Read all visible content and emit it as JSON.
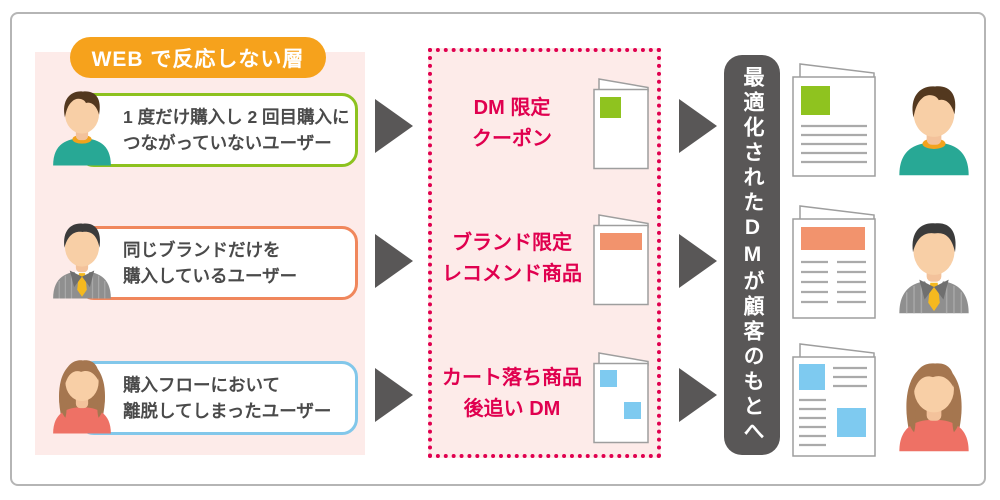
{
  "badge": {
    "label": "WEB で反応しない層"
  },
  "personas": [
    {
      "avatar": "man-casual-avatar",
      "lines": [
        "1 度だけ購入し 2 回目購入に",
        "つながっていないユーザー"
      ],
      "border_color": "#8dc21f"
    },
    {
      "avatar": "man-suit-avatar",
      "lines": [
        "同じブランドだけを",
        "購入しているユーザー"
      ],
      "border_color": "#f0875c"
    },
    {
      "avatar": "woman-avatar",
      "lines": [
        "購入フローにおいて",
        "離脱してしまったユーザー"
      ],
      "border_color": "#82c7ea"
    }
  ],
  "dm_box": {
    "text_color": "#e0004f",
    "items": [
      {
        "lines": [
          "DM 限定",
          "クーポン"
        ],
        "accent_color": "#8fc31f",
        "icon": "folded-dm-document"
      },
      {
        "lines": [
          "ブランド限定",
          "レコメンド商品"
        ],
        "accent_color": "#f2936d",
        "icon": "folded-dm-document"
      },
      {
        "lines": [
          "カート落ち商品",
          "後追い DM"
        ],
        "accent_color": "#7ecaf0",
        "icon": "folded-dm-document"
      }
    ]
  },
  "banner": {
    "text": "最適化されたDMが顧客のもとへ"
  },
  "recipients": [
    {
      "document": "dm-letter-green",
      "avatar": "man-casual-avatar",
      "accent_color": "#8fc31f"
    },
    {
      "document": "dm-letter-salmon",
      "avatar": "man-suit-avatar",
      "accent_color": "#f2936d"
    },
    {
      "document": "dm-letter-blue",
      "avatar": "woman-avatar",
      "accent_color": "#7ecaf0"
    }
  ],
  "colors": {
    "panel_pink": "#fdebe9",
    "accent_orange": "#f6a21c",
    "red": "#e0004f",
    "dark_gray": "#595757",
    "border_green": "#8dc21f",
    "border_coral": "#f0875c",
    "border_blue": "#82c7ea",
    "doc_green": "#8fc31f",
    "doc_salmon": "#f2936d",
    "doc_blue": "#7ecaf0",
    "text_dark": "#4a4a4a",
    "frame_border": "#b5b5b5",
    "doc_border": "#9e9e9e",
    "doc_line": "#aaaaaa",
    "face": "#f8cfa6",
    "hair_brown": "#53381f",
    "hair_black": "#3b3b3b",
    "hair_woman": "#a5764f",
    "shirt_teal": "#28a895",
    "collar_orange": "#f2a31d",
    "suit_gray": "#8f8f8f",
    "lapel_gray": "#6f6f6f",
    "tie_yellow": "#f5b91f",
    "shirt_salmon": "#ee7165"
  }
}
